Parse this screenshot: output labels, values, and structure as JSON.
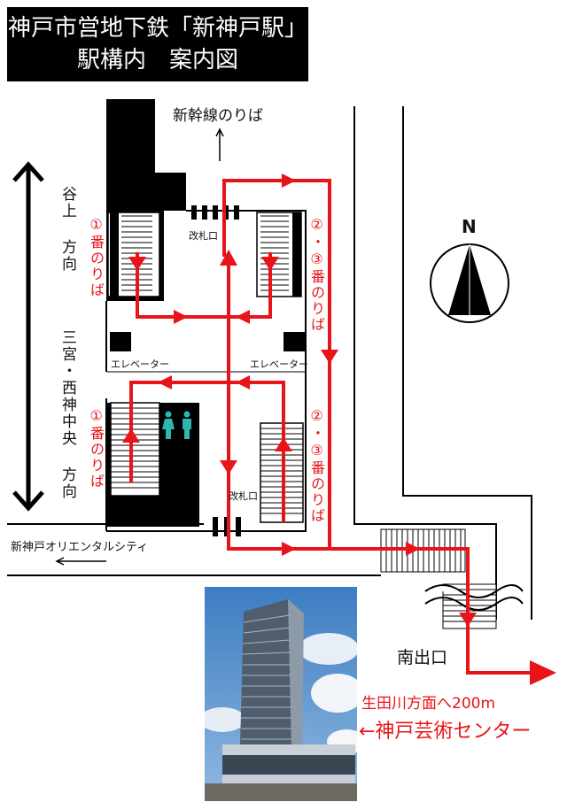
{
  "title": {
    "line1": "神戸市営地下鉄「新神戸駅」",
    "line2": "駅構内　案内図"
  },
  "labels": {
    "shinkansen": "新幹線のりば",
    "taniue": "谷上 方向",
    "sannomiya": "三宮・西神中央 方向",
    "platform1_top": "①番のりば",
    "platform23_top": "②・③番のりば",
    "platform1_bottom": "①番のりば",
    "platform23_bottom": "②・③番のりば",
    "gate_top": "改札口",
    "gate_bottom": "改札口",
    "elevator_left": "エレベーター",
    "elevator_right": "エレベーター",
    "oriental_city": "新神戸オリエンタルシティ",
    "south_exit": "南出口",
    "compass_n": "N",
    "ikutagawa": "生田川方面へ200m",
    "art_center": "←神戸芸術センター"
  },
  "colors": {
    "route": "#e8141a",
    "structure": "#000000",
    "title_bg": "#000000",
    "photo_sky": "#4a86c6"
  },
  "icons": {
    "toilet": "restroom-icon",
    "compass": "north-compass-icon"
  }
}
